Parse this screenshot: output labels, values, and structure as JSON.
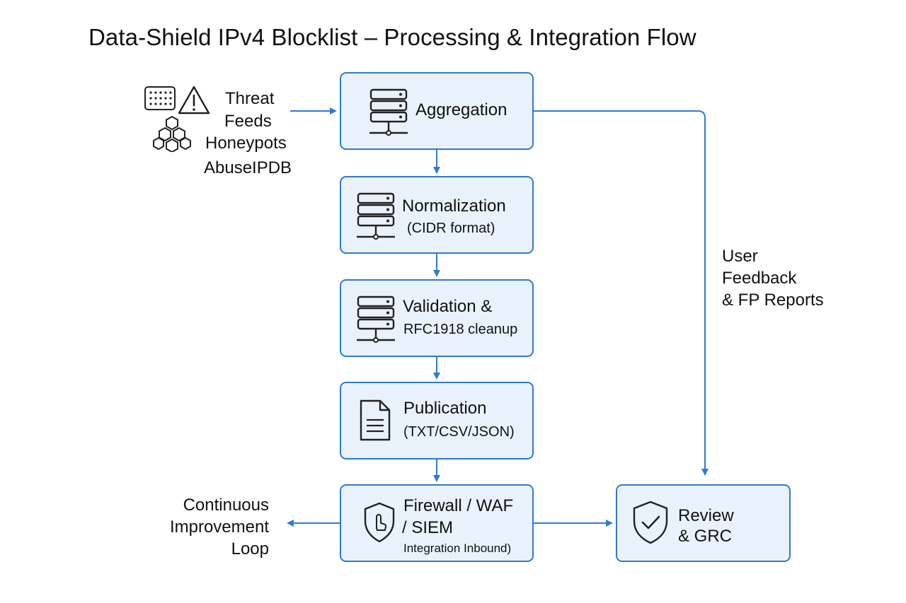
{
  "title": "Data-Shield IPv4 Blocklist – Processing & Integration Flow",
  "sources": [
    "Threat",
    "Feeds",
    "Honeypots",
    "AbuseIPDB"
  ],
  "steps": {
    "aggregation": {
      "title": "Aggregation",
      "icon": "server-icon"
    },
    "normalization": {
      "title": "Normalization",
      "detail": "(CIDR format)",
      "icon": "server-icon"
    },
    "validation": {
      "title": "Validation &",
      "detail": "RFC1918 cleanup",
      "icon": "server-icon"
    },
    "publication": {
      "title": "Publication",
      "detail": "(TXT/CSV/JSON)",
      "icon": "document-icon"
    },
    "integration": {
      "title": "Firewall / WAF",
      "title2": "/ SIEM",
      "detail": "Integration Inbound)",
      "icon": "shield-hand-icon"
    },
    "review": {
      "title": "Review",
      "title2": "& GRC",
      "icon": "shield-check-icon"
    }
  },
  "feedback_label": [
    "User",
    "Feedback",
    "& FP Reports"
  ],
  "loop_label": [
    "Continuous",
    "Improvement",
    "Loop"
  ],
  "colors": {
    "accent": "#2f7ad3",
    "box_fill": "#e9f2fb",
    "icon": "#222222"
  }
}
